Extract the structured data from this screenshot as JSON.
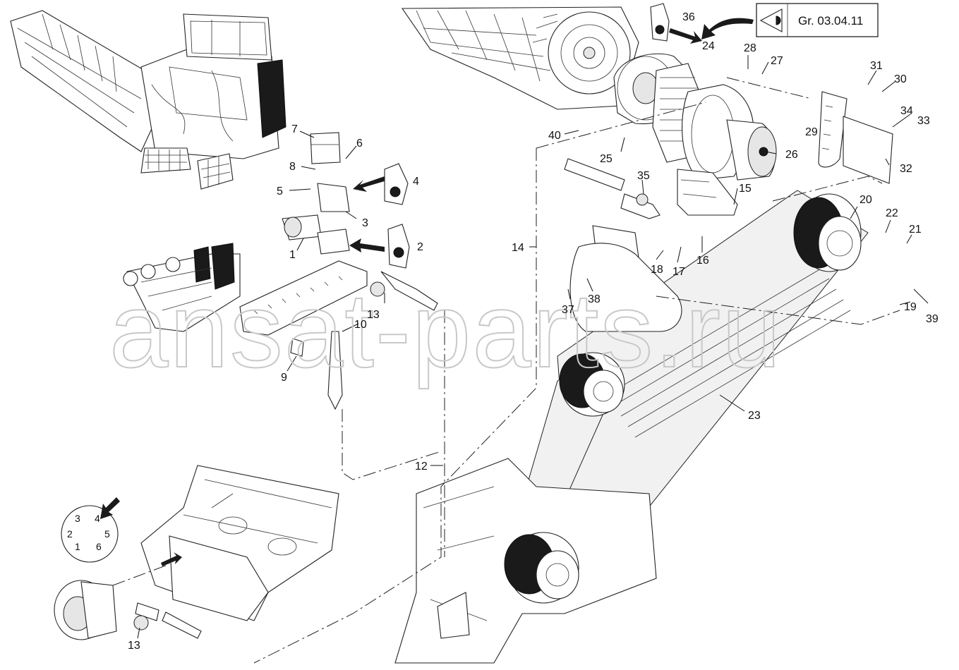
{
  "reference": {
    "label": "Gr. 03.04.11"
  },
  "watermark": {
    "text": "ansat-parts.ru"
  },
  "connector": {
    "pins": [
      "3",
      "4",
      "2",
      "5",
      "1",
      "6"
    ]
  },
  "callouts": [
    {
      "id": "c1",
      "text": "1"
    },
    {
      "id": "c2",
      "text": "2"
    },
    {
      "id": "c3",
      "text": "3"
    },
    {
      "id": "c4",
      "text": "4"
    },
    {
      "id": "c5",
      "text": "5"
    },
    {
      "id": "c6",
      "text": "6"
    },
    {
      "id": "c7",
      "text": "7"
    },
    {
      "id": "c8",
      "text": "8"
    },
    {
      "id": "c9",
      "text": "9"
    },
    {
      "id": "c10",
      "text": "10"
    },
    {
      "id": "c12",
      "text": "12"
    },
    {
      "id": "c13a",
      "text": "13"
    },
    {
      "id": "c13b",
      "text": "13"
    },
    {
      "id": "c14",
      "text": "14"
    },
    {
      "id": "c15",
      "text": "15"
    },
    {
      "id": "c16",
      "text": "16"
    },
    {
      "id": "c17",
      "text": "17"
    },
    {
      "id": "c18",
      "text": "18"
    },
    {
      "id": "c19",
      "text": "19"
    },
    {
      "id": "c20",
      "text": "20"
    },
    {
      "id": "c21",
      "text": "21"
    },
    {
      "id": "c22",
      "text": "22"
    },
    {
      "id": "c23",
      "text": "23"
    },
    {
      "id": "c24",
      "text": "24"
    },
    {
      "id": "c25",
      "text": "25"
    },
    {
      "id": "c26",
      "text": "26"
    },
    {
      "id": "c27",
      "text": "27"
    },
    {
      "id": "c28",
      "text": "28"
    },
    {
      "id": "c29",
      "text": "29"
    },
    {
      "id": "c30",
      "text": "30"
    },
    {
      "id": "c31",
      "text": "31"
    },
    {
      "id": "c32",
      "text": "32"
    },
    {
      "id": "c33",
      "text": "33"
    },
    {
      "id": "c34",
      "text": "34"
    },
    {
      "id": "c35",
      "text": "35"
    },
    {
      "id": "c36",
      "text": "36"
    },
    {
      "id": "c37",
      "text": "37"
    },
    {
      "id": "c38",
      "text": "38"
    },
    {
      "id": "c39",
      "text": "39"
    },
    {
      "id": "c40",
      "text": "40"
    }
  ]
}
